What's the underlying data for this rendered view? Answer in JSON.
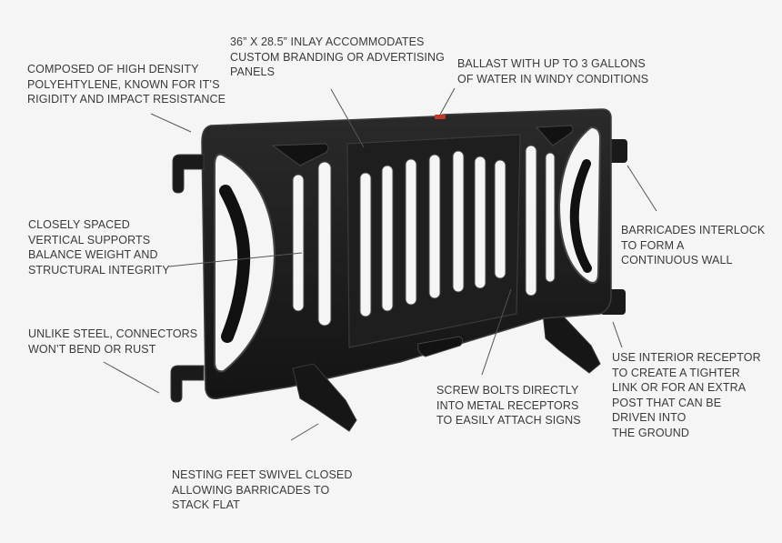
{
  "colors": {
    "background": "#f5f5f5",
    "text": "#3a3a3a",
    "barricade": "#1c1c1c",
    "barricade_edge": "#3a3a3a",
    "leader_line": "#555555",
    "ballast_cap": "#c0392b"
  },
  "product": {
    "name": "black plastic pedestrian barricade",
    "illustration": "barricade-illustration"
  },
  "callouts": [
    {
      "id": "material",
      "lines": [
        "COMPOSED OF HIGH DENSITY",
        "POLYEHTYLENE, KNOWN FOR IT’S",
        "RIGIDITY AND IMPACT RESISTANCE"
      ]
    },
    {
      "id": "inlay",
      "lines": [
        "36” X 28.5” INLAY ACCOMMODATES",
        "CUSTOM BRANDING OR ADVERTISING",
        "PANELS"
      ]
    },
    {
      "id": "ballast",
      "lines": [
        "BALLAST WITH UP TO 3 GALLONS",
        "OF WATER IN WINDY CONDITIONS"
      ]
    },
    {
      "id": "supports",
      "lines": [
        "CLOSELY SPACED",
        "VERTICAL SUPPORTS",
        "BALANCE WEIGHT AND",
        "STRUCTURAL INTEGRITY"
      ]
    },
    {
      "id": "interlock",
      "lines": [
        "BARRICADES INTERLOCK",
        "TO FORM A",
        "CONTINUOUS WALL"
      ]
    },
    {
      "id": "connectors",
      "lines": [
        "UNLIKE STEEL, CONNECTORS",
        "WON’T BEND OR RUST"
      ]
    },
    {
      "id": "receptor",
      "lines": [
        "USE INTERIOR RECEPTOR",
        "TO CREATE A TIGHTER",
        "LINK OR FOR AN EXTRA",
        "POST THAT CAN BE",
        "DRIVEN INTO",
        "THE GROUND"
      ]
    },
    {
      "id": "bolts",
      "lines": [
        "SCREW BOLTS DIRECTLY",
        "INTO METAL RECEPTORS",
        "TO EASILY ATTACH SIGNS"
      ]
    },
    {
      "id": "feet",
      "lines": [
        "NESTING FEET SWIVEL CLOSED",
        "ALLOWING BARRICADES TO",
        "STACK FLAT"
      ]
    }
  ]
}
